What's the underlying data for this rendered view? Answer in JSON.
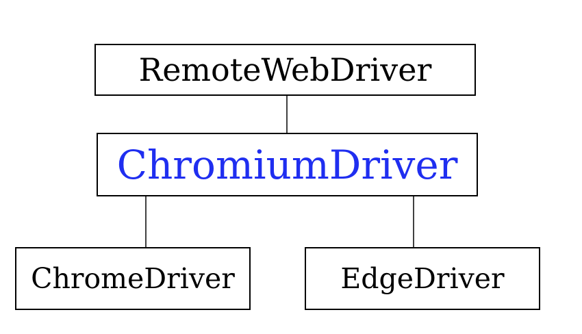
{
  "diagram": {
    "nodes": [
      {
        "id": "remote",
        "label": "RemoteWebDriver",
        "color": "#000000"
      },
      {
        "id": "chromium",
        "label": "ChromiumDriver",
        "color": "#1f2ef0"
      },
      {
        "id": "chrome",
        "label": "ChromeDriver",
        "color": "#000000"
      },
      {
        "id": "edge",
        "label": "EdgeDriver",
        "color": "#000000"
      }
    ],
    "edges": [
      {
        "from": "remote",
        "to": "chromium"
      },
      {
        "from": "chromium",
        "to": "chrome"
      },
      {
        "from": "chromium",
        "to": "edge"
      }
    ]
  }
}
